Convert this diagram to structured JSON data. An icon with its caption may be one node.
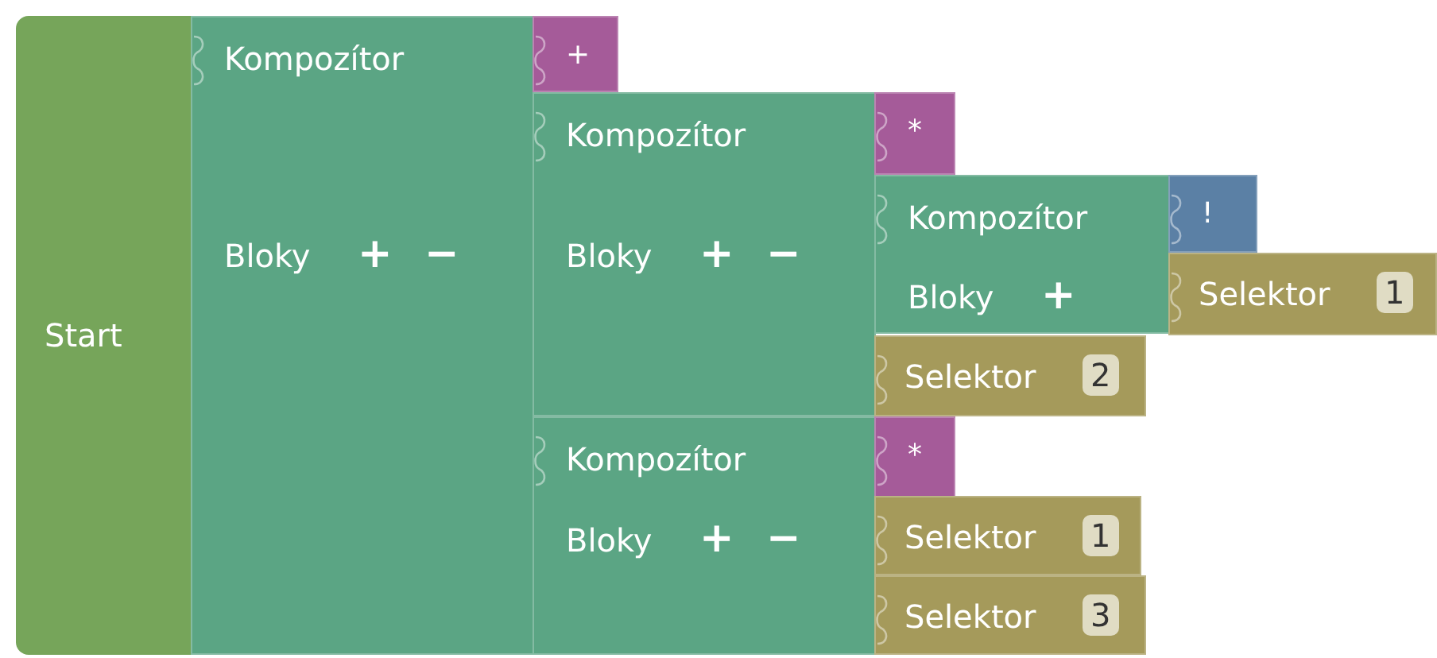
{
  "diagram": {
    "nodes": [
      {
        "text": [
          "Start"
        ]
      },
      {
        "text": [
          "Kompozítor",
          "Bloky",
          "+",
          "−"
        ]
      },
      {
        "text": [
          "+"
        ]
      },
      {
        "text": [
          "Kompozítor",
          "Bloky",
          "+",
          "−"
        ]
      },
      {
        "text": [
          "*"
        ]
      },
      {
        "text": [
          "Kompozítor",
          "Bloky",
          "+"
        ]
      },
      {
        "text": [
          "!"
        ]
      },
      {
        "text": [
          "Selektor",
          "1"
        ]
      },
      {
        "text": [
          "Selektor",
          "2"
        ]
      },
      {
        "text": [
          "Kompozítor",
          "Bloky",
          "+",
          "−"
        ]
      },
      {
        "text": [
          "*"
        ]
      },
      {
        "text": [
          "Selektor",
          "1"
        ]
      },
      {
        "text": [
          "Selektor",
          "3"
        ]
      }
    ]
  }
}
